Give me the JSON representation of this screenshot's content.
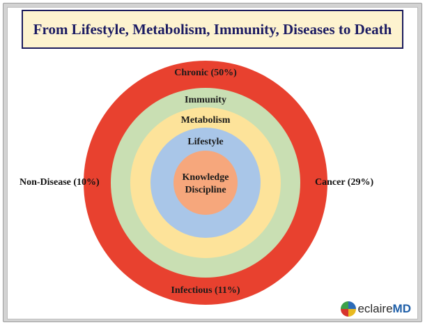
{
  "title": "From Lifestyle, Metabolism, Immunity, Diseases to Death",
  "rings": [
    {
      "label": "Chronic (50%)",
      "color": "#e8412f"
    },
    {
      "label": "Immunity",
      "color": "#c9dfb3"
    },
    {
      "label": "Metabolism",
      "color": "#fde39a"
    },
    {
      "label": "Lifestyle",
      "color": "#a9c6e8"
    },
    {
      "label_line1": "Knowledge",
      "label_line2": "Discipline",
      "color": "#f6a77c"
    }
  ],
  "bottom_label": "Infectious (11%)",
  "left_label": "Non-Disease (10%)",
  "right_label": "Cancer (29%)",
  "logo": {
    "prefix": "eclaire",
    "suffix": "MD"
  }
}
